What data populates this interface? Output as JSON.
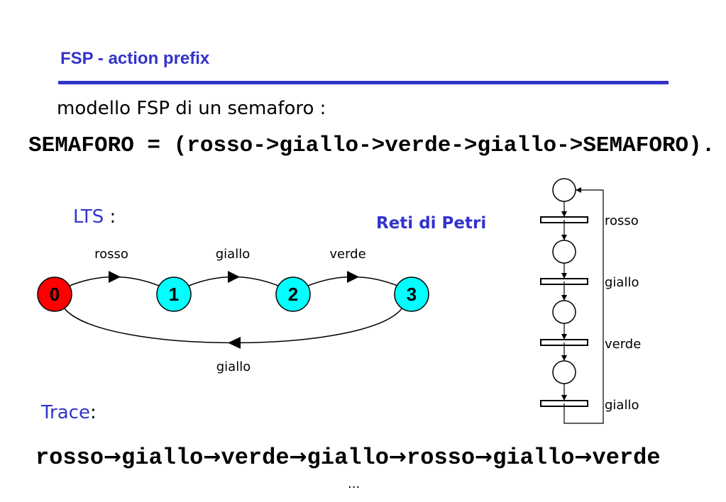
{
  "colors": {
    "accent": "#3333CC",
    "initial_state": "#FF0000",
    "state": "#00FFFF"
  },
  "slide": {
    "title": "FSP - action prefix",
    "subtitle": "modello FSP di un semaforo :",
    "definition": "SEMAFORO = (rosso->giallo->verde->giallo->SEMAFORO)."
  },
  "lts": {
    "label": "LTS",
    "label_suffix": " :",
    "states": [
      "0",
      "1",
      "2",
      "3"
    ],
    "edge_labels": [
      "rosso",
      "giallo",
      "verde",
      "giallo"
    ]
  },
  "petri": {
    "title": "Reti di Petri",
    "transitions": [
      "rosso",
      "giallo",
      "verde",
      "giallo"
    ]
  },
  "trace": {
    "label": "Trace",
    "label_suffix": ":",
    "steps": [
      "rosso",
      "giallo",
      "verde",
      "giallo",
      "rosso",
      "giallo",
      "verde"
    ],
    "ellipsis": "..."
  }
}
